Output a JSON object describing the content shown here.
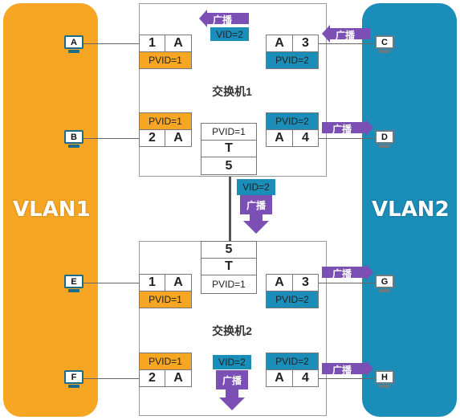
{
  "vlans": [
    {
      "label": "VLAN1",
      "color": "#F6A623"
    },
    {
      "label": "VLAN2",
      "color": "#1A8DB9"
    }
  ],
  "switches": [
    {
      "title": "交换机1",
      "ports": [
        {
          "number": "1",
          "mode": "A",
          "pvid": "PVID=1"
        },
        {
          "number": "3",
          "mode": "A",
          "pvid": "PVID=2"
        },
        {
          "number": "2",
          "mode": "A",
          "pvid": "PVID=1"
        },
        {
          "number": "4",
          "mode": "A",
          "pvid": "PVID=2"
        }
      ],
      "trunk": {
        "pvid": "PVID=1",
        "mode": "T",
        "number": "5"
      }
    },
    {
      "title": "交换机2",
      "ports": [
        {
          "number": "1",
          "mode": "A",
          "pvid": "PVID=1"
        },
        {
          "number": "3",
          "mode": "A",
          "pvid": "PVID=2"
        },
        {
          "number": "2",
          "mode": "A",
          "pvid": "PVID=1"
        },
        {
          "number": "4",
          "mode": "A",
          "pvid": "PVID=2"
        }
      ],
      "trunk": {
        "pvid": "PVID=1",
        "mode": "T",
        "number": "5"
      }
    }
  ],
  "hosts": [
    "A",
    "B",
    "C",
    "D",
    "E",
    "F",
    "G",
    "H"
  ],
  "broadcast_label": "广播",
  "vid_tag": "VID=2",
  "colors": {
    "broadcast": "#7B4FB3",
    "vlan1": "#F6A623",
    "vlan2": "#1A8DB9"
  }
}
